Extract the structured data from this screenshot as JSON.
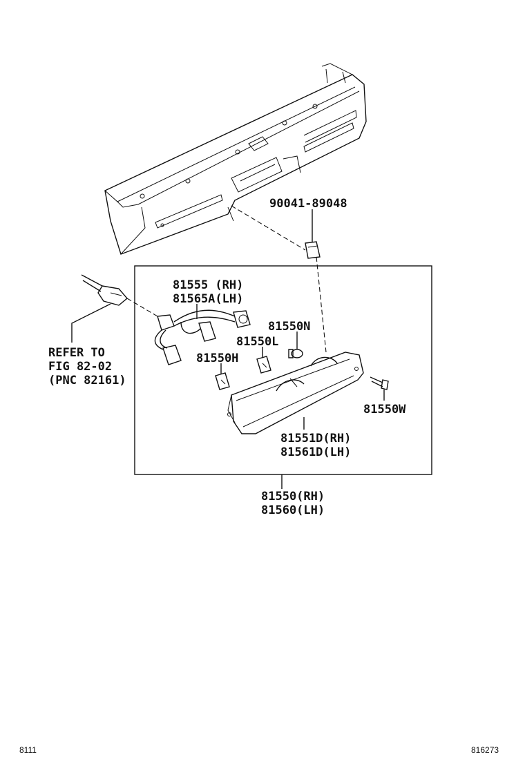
{
  "labels": {
    "clip": "90041-89048",
    "harness_rh": "81555 (RH)",
    "harness_lh": "81565A(LH)",
    "bulb_n": "81550N",
    "bulb_l": "81550L",
    "bulb_h": "81550H",
    "screw": "81550W",
    "lens_rh": "81551D(RH)",
    "lens_lh": "81561D(LH)",
    "assy_rh": "81550(RH)",
    "assy_lh": "81560(LH)",
    "refer_1": "REFER TO",
    "refer_2": "FIG 82-02",
    "refer_3": "(PNC 82161)"
  },
  "footer": {
    "left": "8111",
    "right": "816273"
  }
}
